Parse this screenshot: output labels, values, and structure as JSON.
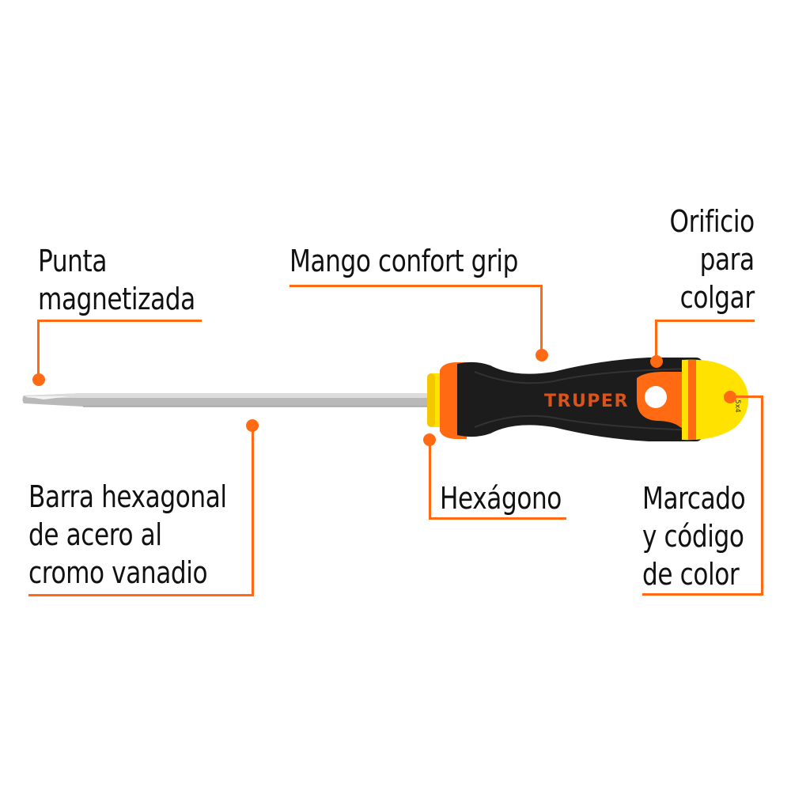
{
  "colors": {
    "accent": "#ff6a13",
    "text": "#111111",
    "handle_black": "#1a1a1a",
    "handle_orange": "#ff6a13",
    "handle_yellow": "#ffe200",
    "shaft": "#b8b8b8",
    "background": "#ffffff"
  },
  "product": {
    "brand": "TRUPER",
    "type": "screwdriver",
    "tip": "slotted"
  },
  "callouts": {
    "punta": {
      "lines": [
        "Punta",
        "magnetizada"
      ]
    },
    "mango": {
      "lines": [
        "Mango confort grip"
      ]
    },
    "orificio": {
      "lines": [
        "Orificio",
        "para",
        "colgar"
      ]
    },
    "barra": {
      "lines": [
        "Barra hexagonal",
        "de acero al",
        "cromo vanadio"
      ]
    },
    "hexagono": {
      "lines": [
        "Hexágono"
      ]
    },
    "marcado": {
      "lines": [
        "Marcado",
        "y código",
        "de color"
      ]
    }
  }
}
